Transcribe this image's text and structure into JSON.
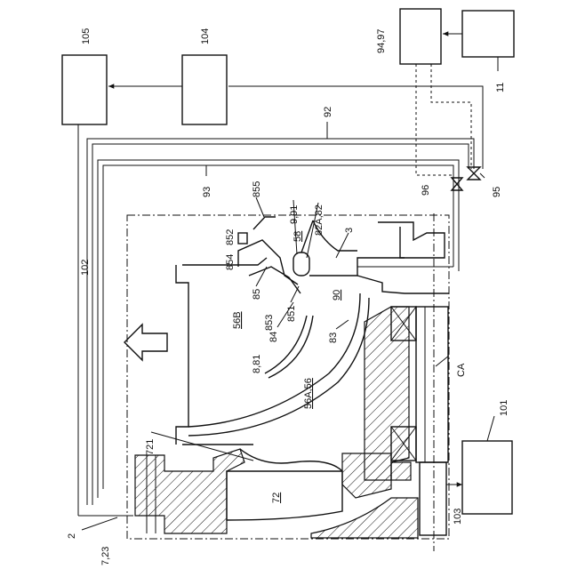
{
  "labels": {
    "l105": "105",
    "l104": "104",
    "l9497": "94,97",
    "l11": "11",
    "l92": "92",
    "l93": "93",
    "l102": "102",
    "l855": "855",
    "l991": "9,91",
    "l82a82": "82A,82",
    "l852": "852",
    "l854": "854",
    "l58": "58",
    "l3": "3",
    "l85": "85",
    "l90": "90",
    "l96": "96",
    "l95": "95",
    "l56b": "56B",
    "l853": "853",
    "l851": "851",
    "l84": "84",
    "l881": "8,81",
    "l83": "83",
    "l56a56": "56A,56",
    "lca": "CA",
    "l721": "721",
    "l101": "101",
    "l72": "72",
    "l2": "2",
    "l103": "103",
    "l723": "7,23"
  }
}
